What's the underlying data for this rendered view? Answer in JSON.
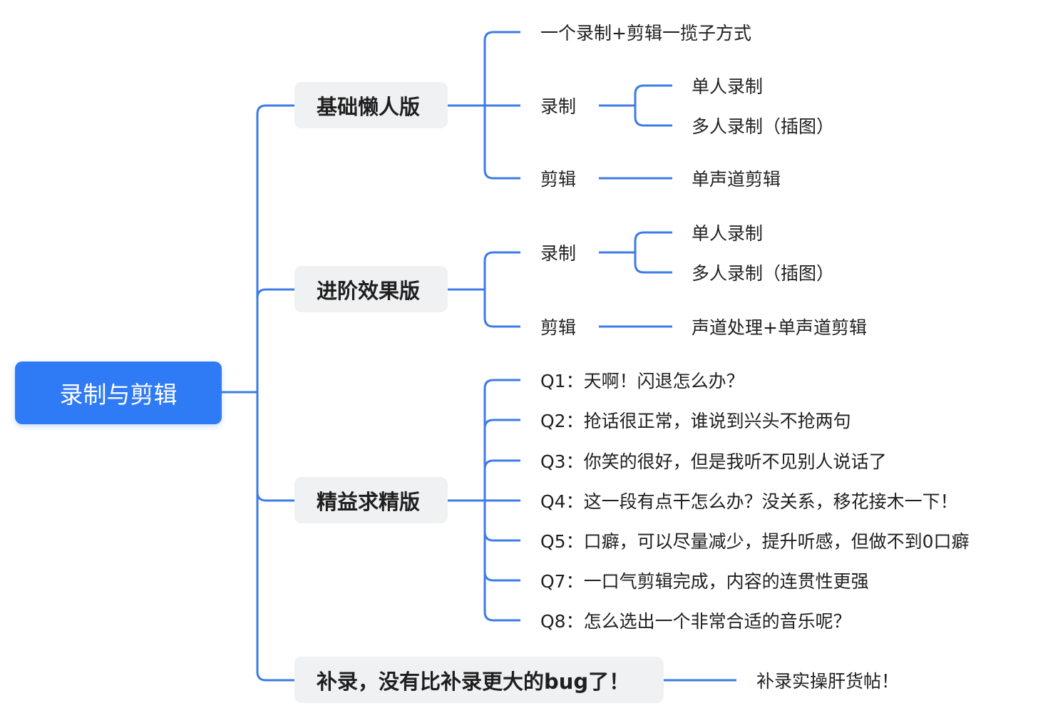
{
  "root": {
    "label": "录制与剪辑"
  },
  "branches": [
    {
      "label": "基础懒人版",
      "children": [
        {
          "label": "一个录制+剪辑一揽子方式"
        },
        {
          "label": "录制",
          "children": [
            {
              "label": "单人录制"
            },
            {
              "label": "多人录制（插图）"
            }
          ]
        },
        {
          "label": "剪辑",
          "children": [
            {
              "label": "单声道剪辑"
            }
          ]
        }
      ]
    },
    {
      "label": "进阶效果版",
      "children": [
        {
          "label": "录制",
          "children": [
            {
              "label": "单人录制"
            },
            {
              "label": "多人录制（插图）"
            }
          ]
        },
        {
          "label": "剪辑",
          "children": [
            {
              "label": "声道处理+单声道剪辑"
            }
          ]
        }
      ]
    },
    {
      "label": "精益求精版",
      "children": [
        {
          "label": "Q1：天啊！闪退怎么办？"
        },
        {
          "label": "Q2：抢话很正常，谁说到兴头不抢两句"
        },
        {
          "label": "Q3：你笑的很好，但是我听不见别人说话了"
        },
        {
          "label": "Q4：这一段有点干怎么办？没关系，移花接木一下！"
        },
        {
          "label": "Q5：口癖，可以尽量减少，提升听感，但做不到0口癖"
        },
        {
          "label": "Q7：一口气剪辑完成，内容的连贯性更强"
        },
        {
          "label": "Q8：怎么选出一个非常合适的音乐呢？"
        }
      ]
    },
    {
      "label": "补录，没有比补录更大的bug了！",
      "children": [
        {
          "label": "补录实操肝货帖！"
        }
      ]
    }
  ]
}
